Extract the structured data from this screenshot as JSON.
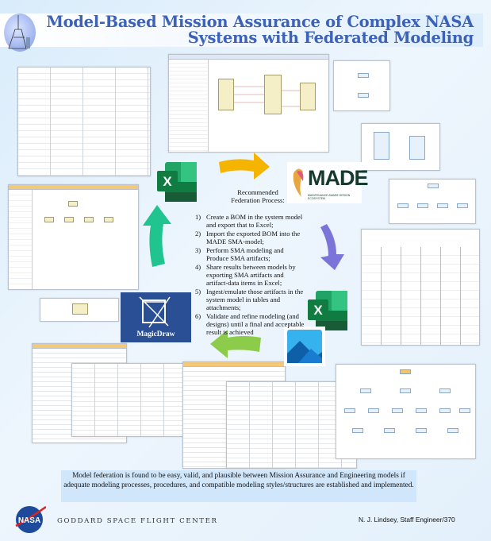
{
  "title": {
    "line1": "Model-Based Mission Assurance of Complex NASA",
    "line2": "Systems with Federated Modeling"
  },
  "process": {
    "heading_line1": "Recommended",
    "heading_line2": "Federation Process:",
    "steps": [
      {
        "num": "1)",
        "text": "Create a BOM in the system model and export that to Excel;"
      },
      {
        "num": "2)",
        "text": "Import the exported BOM into the MADE SMA-model;"
      },
      {
        "num": "3)",
        "text": "Perform SMA modeling and Produce SMA artifacts;"
      },
      {
        "num": "4)",
        "text": "Share results between models by exporting SMA artifacts and artifact-data items in Excel;"
      },
      {
        "num": "5)",
        "text": " Ingest/emulate those artifacts in the system model in tables and attachments;"
      },
      {
        "num": "6)",
        "text": "Validate and refine modeling (and designs) until a final and acceptable result is achieved"
      }
    ]
  },
  "logos": {
    "made": "MADE",
    "made_tagline": "MAINTENANCE AWARE DESIGN ECOSYSTEM",
    "magicdraw": "MagicDraw",
    "excel": "X",
    "nasa": "NASA"
  },
  "colors": {
    "title": "#3d63b8",
    "arrow_yellow": "#f5b400",
    "arrow_purple": "#7b74d9",
    "arrow_green": "#8ccc4a",
    "arrow_teal": "#1fc48f",
    "excel_green": "#1d7044",
    "magicdraw_blue": "#2a4f94"
  },
  "conclusion": "Model federation is found to be easy, valid, and plausible between Mission Assurance and Engineering models if adequate modeling processes, procedures, and compatible modeling styles/structures are established and implemented.",
  "footer": {
    "center": "GODDARD SPACE FLIGHT CENTER",
    "author": "N. J. Lindsey, Staff Engineer/370"
  }
}
